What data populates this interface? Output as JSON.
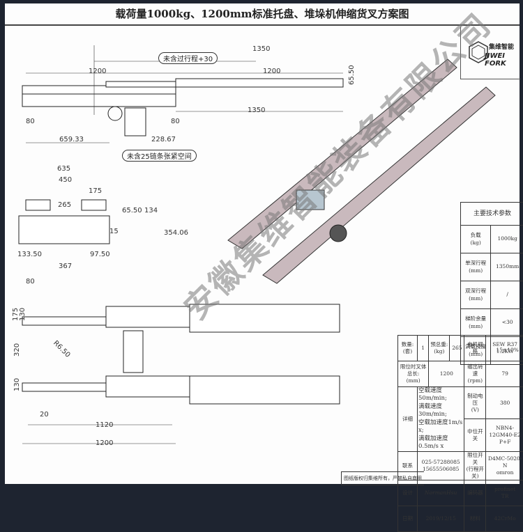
{
  "title": "载荷量1000kg、1200mm标准托盘、堆垛机伸缩货叉方案图",
  "logo": {
    "name_cn": "集维智能",
    "name_en": "JIWEI FORK",
    "icon": "hexagon-logo-icon"
  },
  "watermark": "安徽集维智能装备有限公司",
  "side_view": {
    "dims": [
      "1350",
      "1200",
      "1200",
      "1350",
      "65.50",
      "80",
      "80",
      "659.33",
      "228.67"
    ],
    "callouts": [
      "未含过行程+30",
      "未含25链条张紧空间"
    ]
  },
  "section_view": {
    "dims": [
      "635",
      "450",
      "175",
      "265",
      "65.50",
      "134",
      "15",
      "354.06",
      "133.50",
      "97.50",
      "367"
    ]
  },
  "top_view": {
    "dims": [
      "80",
      "175",
      "130",
      "R6.50",
      "320",
      "130",
      "20",
      "1120",
      "1200"
    ]
  },
  "params_table": {
    "header": "主要技术参数",
    "rows": [
      {
        "label": "负载\n(kg)",
        "value": "1000kg"
      },
      {
        "label": "单深行程\n(mm)",
        "value": "1350mm"
      },
      {
        "label": "双深行程\n(mm)",
        "value": "/"
      },
      {
        "label": "梯阶余量\n(mm)",
        "value": "<30"
      },
      {
        "label": "满载挠度\n(mm)",
        "value": "15±10%"
      }
    ]
  },
  "lower_table": {
    "qty_label": "数量:\n(套)",
    "qty_value": "1",
    "weight_label": "预总重:\n(kg)",
    "weight_value": "265",
    "length_label": "限位时叉体总长:\n(mm)",
    "length_value": "1200",
    "detail_label": "详细",
    "detail_lines": [
      "空载速度50m/min;",
      "满载速度30m/min;",
      "空载加速度1m/s x;",
      "满载加速度0.5m/s x"
    ],
    "contact_label": "联系",
    "contact_lines": [
      "025-57288085",
      "15655506085"
    ],
    "design_label": "设计",
    "design_value": "NormanHsu",
    "date_label": "日期",
    "date_value": "2019/12/15",
    "footer_note": "图纸版权归集维所有，严禁私自商用",
    "specs": [
      {
        "label": "电机规格",
        "value": "SEW R37\n1.2KW"
      },
      {
        "label": "输出转速\n(rpm)",
        "value": "79"
      },
      {
        "label": "制动电压\n(V)",
        "value": "380"
      },
      {
        "label": "中位开关",
        "value": "NBN4-12GM40-E2\nP+F"
      },
      {
        "label": "限位开关\n(行程开关)",
        "value": "D4MC-5020-N\nomron"
      },
      {
        "label": "编码器",
        "value": "profinet\nTR"
      },
      {
        "label": "材料",
        "value": "42CrMo"
      }
    ]
  }
}
